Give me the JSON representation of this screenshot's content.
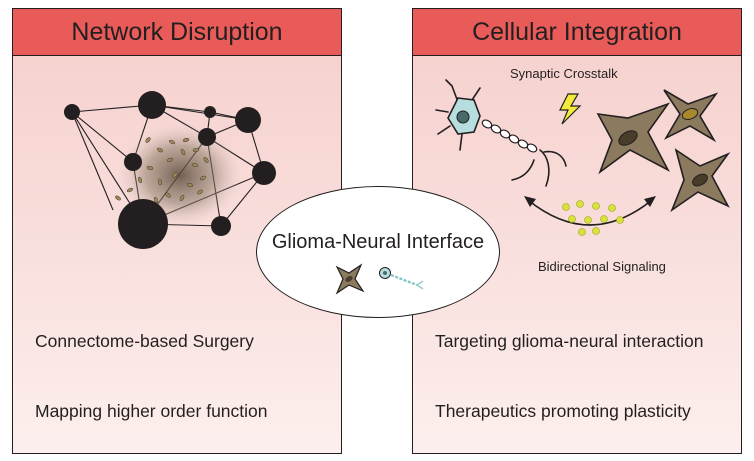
{
  "left_panel": {
    "title": "Network Disruption",
    "items": [
      "Connectome-based Surgery",
      "Mapping higher order function"
    ]
  },
  "right_panel": {
    "title": "Cellular Integration",
    "annotations": {
      "top": "Synaptic Crosstalk",
      "bottom": "Bidirectional Signaling"
    },
    "items": [
      "Targeting glioma-neural interaction",
      "Therapeutics promoting plasticity"
    ]
  },
  "center": {
    "title": "Glioma-Neural Interface"
  },
  "colors": {
    "header": "#e95b58",
    "panel_gradient_top": "#f5cfcc",
    "glioma_cell": "#8b7a5e",
    "neuron_cell": "#b7dede",
    "lightning": "#f3ea3b",
    "signal_dots": "#d9e23a"
  }
}
